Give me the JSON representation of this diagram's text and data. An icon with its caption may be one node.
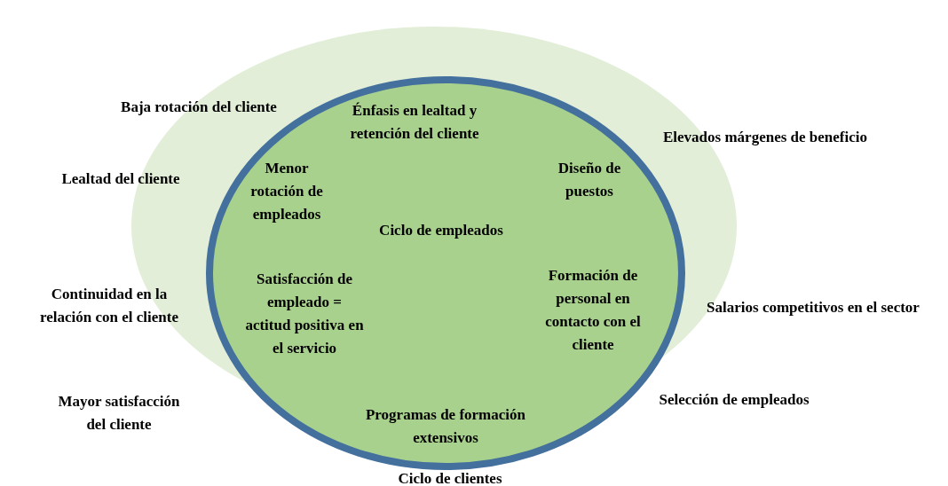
{
  "diagram": {
    "nodes": [
      {
        "text": [],
        "shape": "ellipse"
      },
      {
        "text": [
          "Ciclo de empleados"
        ]
      }
    ],
    "edges": [],
    "labels": [
      "Baja rotación del cliente",
      "Énfasis en lealtad y retención del cliente",
      "Elevados márgenes de beneficio",
      "Menor rotación de empleados",
      "Diseño de puestos",
      "Lealtad del cliente",
      "Satisfacción de empleado = actitud positiva en el servicio",
      "Formación de personal en contacto con el cliente",
      "Continuidad en la relación con el cliente",
      "Salarios competitivos en el sector",
      "Mayor satisfacción del cliente",
      "Selección de empleados",
      "Programas de formación extensivos",
      "Ciclo de clientes"
    ]
  }
}
